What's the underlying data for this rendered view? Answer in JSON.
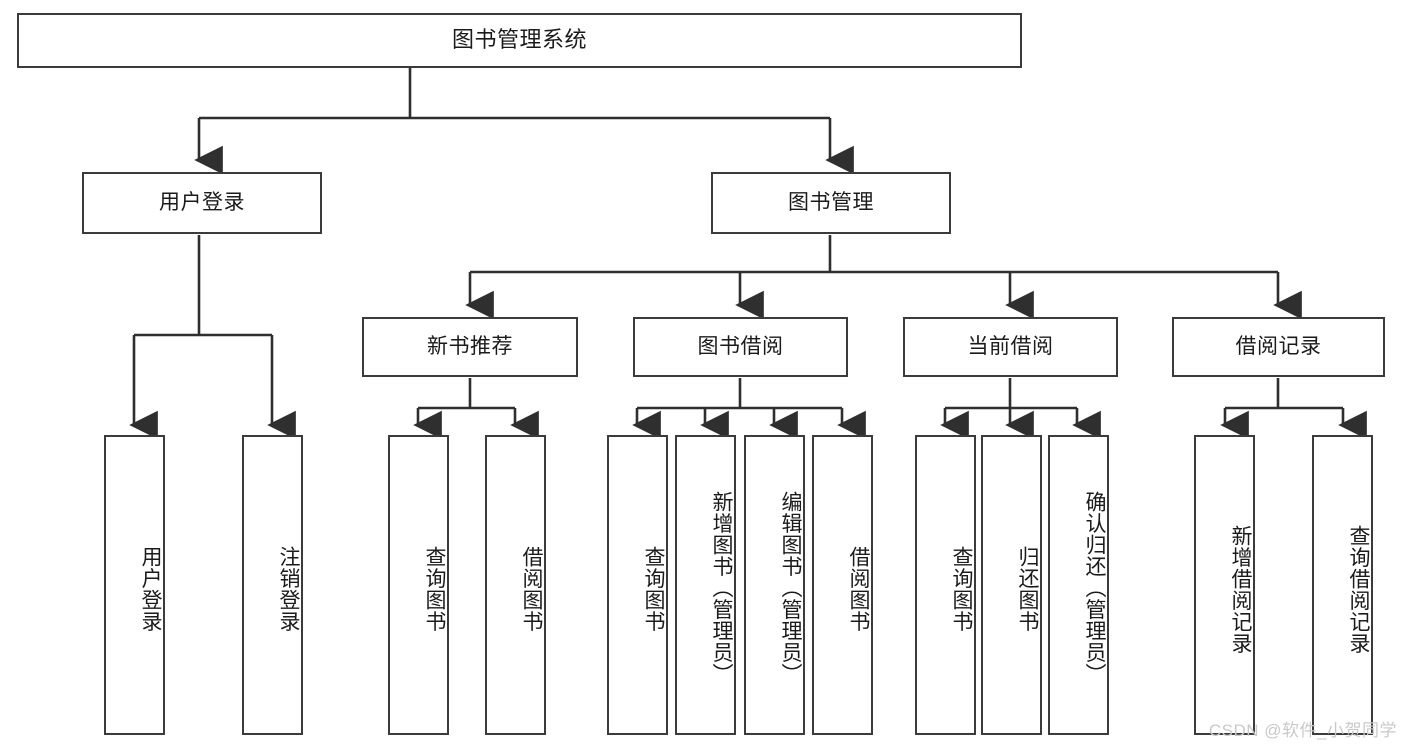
{
  "diagram": {
    "title": "图书管理系统",
    "type": "tree-hierarchy-diagram",
    "colors": {
      "box_border": "#3b3b3b",
      "box_fill": "#ffffff",
      "line": "#2f2f2f",
      "text": "#1b1b1b",
      "watermark": "#c9c9c9",
      "background": "#ffffff"
    },
    "root": {
      "label": "图书管理系统"
    },
    "level2": [
      {
        "label": "用户登录"
      },
      {
        "label": "图书管理"
      }
    ],
    "level3": [
      {
        "label": "新书推荐"
      },
      {
        "label": "图书借阅"
      },
      {
        "label": "当前借阅"
      },
      {
        "label": "借阅记录"
      }
    ],
    "leaves": {
      "user_login": [
        {
          "label": "用户登录"
        },
        {
          "label": "注销登录"
        }
      ],
      "new_book_recommend": [
        {
          "label": "查询图书"
        },
        {
          "label": "借阅图书"
        }
      ],
      "book_borrow": [
        {
          "label": "查询图书"
        },
        {
          "label": "新增图书（管理员）"
        },
        {
          "label": "编辑图书（管理员）"
        },
        {
          "label": "借阅图书"
        }
      ],
      "current_borrow": [
        {
          "label": "查询图书"
        },
        {
          "label": "归还图书"
        },
        {
          "label": "确认归还（管理员）"
        }
      ],
      "borrow_record": [
        {
          "label": "新增借阅记录"
        },
        {
          "label": "查询借阅记录"
        }
      ]
    },
    "watermark": "CSDN @软件_小贺同学"
  }
}
